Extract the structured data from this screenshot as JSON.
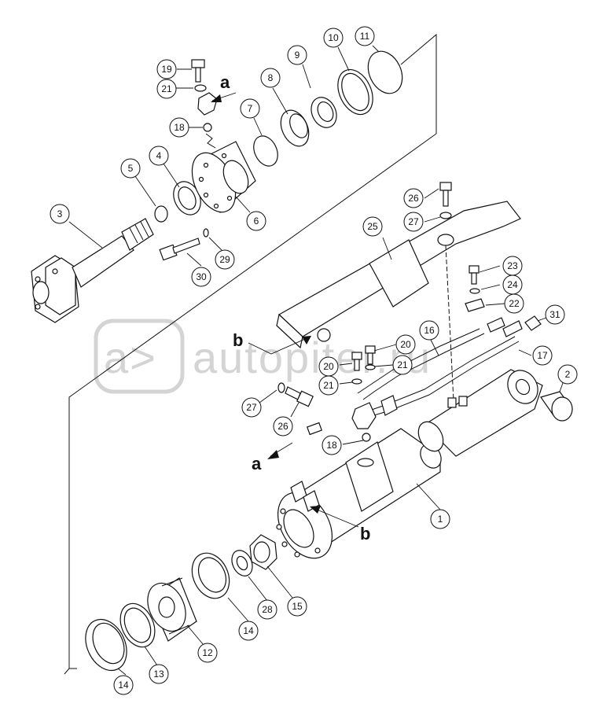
{
  "callouts": [
    {
      "label": "1"
    },
    {
      "label": "2"
    },
    {
      "label": "3"
    },
    {
      "label": "4"
    },
    {
      "label": "5"
    },
    {
      "label": "6"
    },
    {
      "label": "7"
    },
    {
      "label": "8"
    },
    {
      "label": "9"
    },
    {
      "label": "10"
    },
    {
      "label": "11"
    },
    {
      "label": "12"
    },
    {
      "label": "13"
    },
    {
      "label": "14"
    },
    {
      "label": "14"
    },
    {
      "label": "15"
    },
    {
      "label": "16"
    },
    {
      "label": "17"
    },
    {
      "label": "18"
    },
    {
      "label": "18"
    },
    {
      "label": "19"
    },
    {
      "label": "20"
    },
    {
      "label": "20"
    },
    {
      "label": "21"
    },
    {
      "label": "21"
    },
    {
      "label": "21"
    },
    {
      "label": "22"
    },
    {
      "label": "23"
    },
    {
      "label": "24"
    },
    {
      "label": "25"
    },
    {
      "label": "26"
    },
    {
      "label": "26"
    },
    {
      "label": "27"
    },
    {
      "label": "27"
    },
    {
      "label": "28"
    },
    {
      "label": "29"
    },
    {
      "label": "30"
    },
    {
      "label": "31"
    }
  ],
  "markers": {
    "a_top": "a",
    "a_bottom": "a",
    "b_left": "b",
    "b_right": "b"
  },
  "watermark": {
    "text": "autopiter.ru",
    "logo": "a>"
  },
  "colors": {
    "line": "#111111",
    "watermark": "#d4d4d4",
    "background": "#ffffff"
  }
}
